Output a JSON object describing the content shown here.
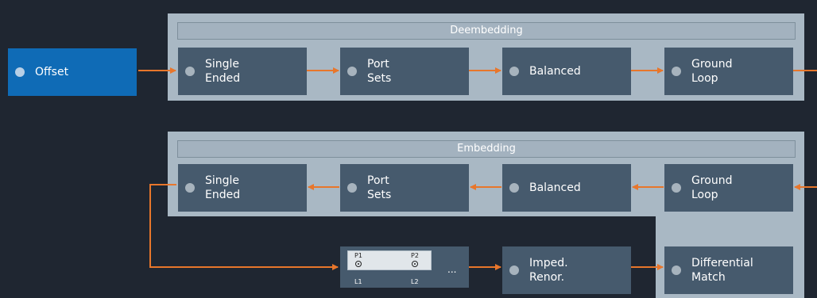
{
  "offset": {
    "label": "Offset"
  },
  "deembedding": {
    "title": "Deembedding",
    "blocks": [
      {
        "label": "Single\nEnded"
      },
      {
        "label": "Port\nSets"
      },
      {
        "label": "Balanced"
      },
      {
        "label": "Ground\nLoop"
      }
    ]
  },
  "embedding": {
    "title": "Embedding",
    "blocks": [
      {
        "label": "Single\nEnded"
      },
      {
        "label": "Port\nSets"
      },
      {
        "label": "Balanced"
      },
      {
        "label": "Ground\nLoop"
      }
    ]
  },
  "port_block": {
    "ports": [
      {
        "top": "P1",
        "bottom": "L1"
      },
      {
        "top": "P2",
        "bottom": "L2"
      }
    ],
    "ellipsis": "..."
  },
  "imped_renor": {
    "label": "Imped.\nRenor."
  },
  "differential_match": {
    "label": "Differential\nMatch"
  },
  "colors": {
    "background": "#1f2631",
    "panel": "#a9b8c4",
    "block": "#465a6d",
    "offset_block": "#0f6bb6",
    "connector": "#e8762b"
  }
}
